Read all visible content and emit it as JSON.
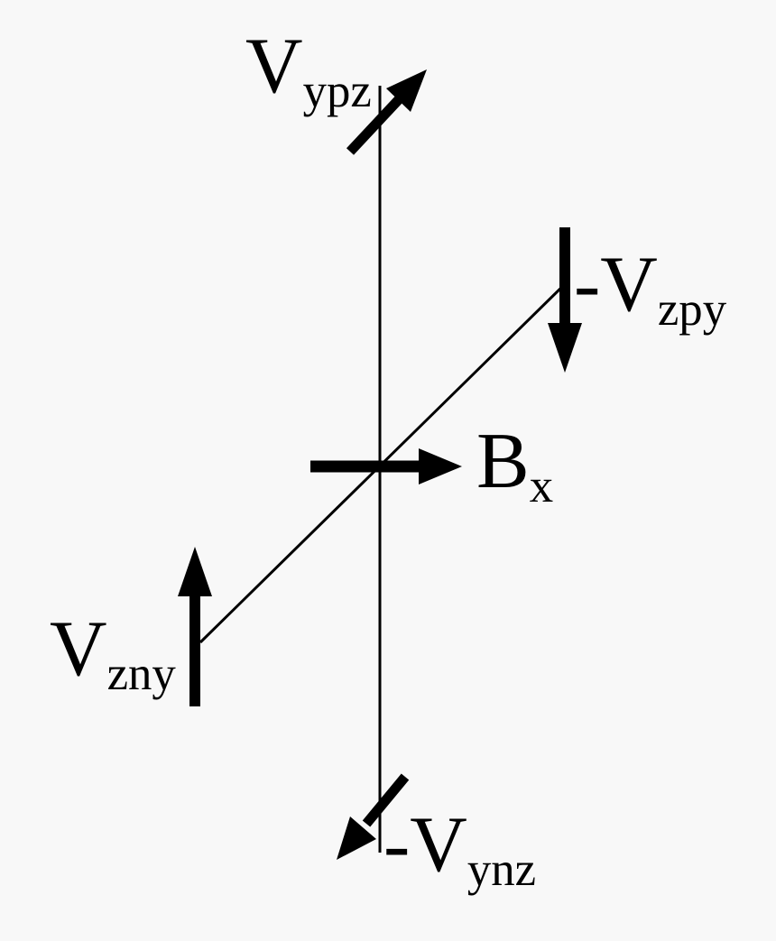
{
  "colors": {
    "background": "#f8f8f8",
    "ink": "#000000"
  },
  "labels": {
    "v_ypz": {
      "main": "V",
      "sub": "ypz"
    },
    "neg_v_zpy": {
      "main": "-V",
      "sub": "zpy"
    },
    "b_x": {
      "main": "B",
      "sub": "x"
    },
    "v_zny": {
      "main": "V",
      "sub": "zny"
    },
    "neg_v_ynz": {
      "main": "-V",
      "sub": "ynz"
    }
  }
}
